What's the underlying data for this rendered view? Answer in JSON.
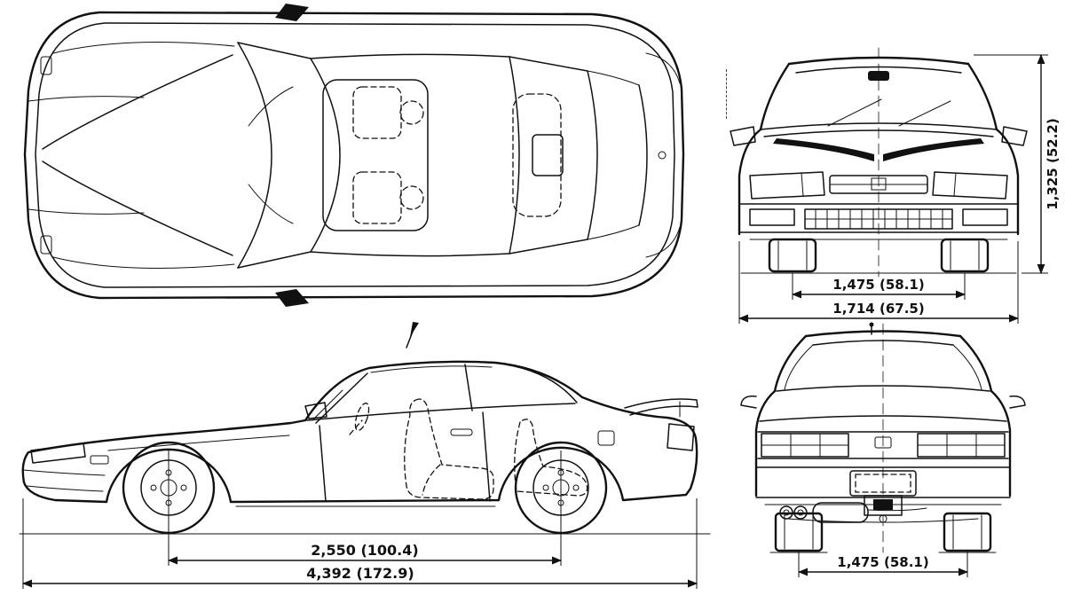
{
  "colors": {
    "background": "#ffffff",
    "ink": "#111111"
  },
  "dimensions": {
    "front_track": "1,475 (58.1)",
    "front_width": "1,714 (67.5)",
    "front_height": "1,325 (52.2)",
    "wheelbase": "2,550 (100.4)",
    "overall_length": "4,392 (172.9)",
    "rear_track": "1,475 (58.1)"
  }
}
